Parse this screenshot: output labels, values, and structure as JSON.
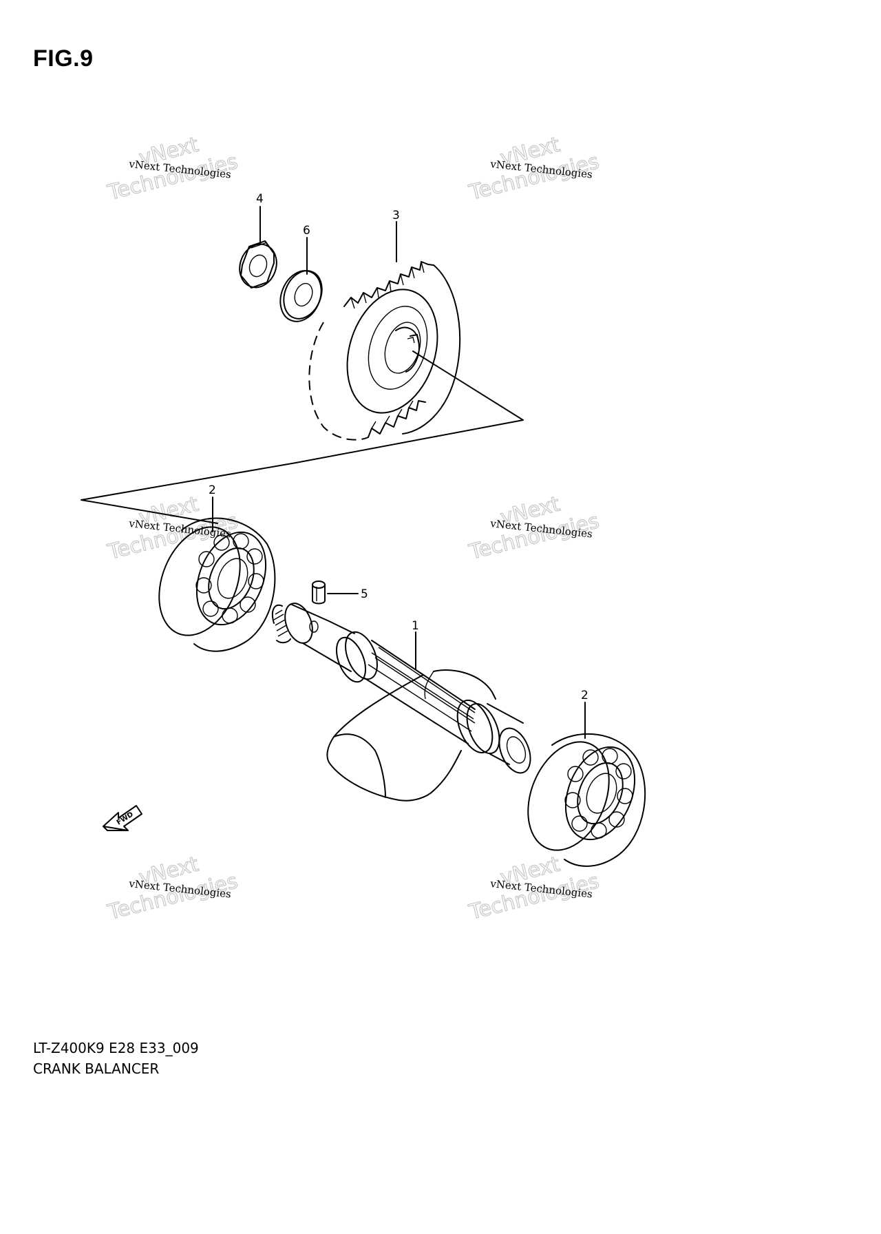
{
  "figure": {
    "title": "FIG.9",
    "code": "LT-Z400K9 E28 E33_009",
    "name": "CRANK BALANCER"
  },
  "callouts": [
    "1",
    "2",
    "2",
    "3",
    "4",
    "5",
    "6"
  ],
  "watermark": {
    "line1": "vNext Technologies",
    "line2": "Technologies",
    "line3": "vNext"
  },
  "direction_arrow": "FWD"
}
